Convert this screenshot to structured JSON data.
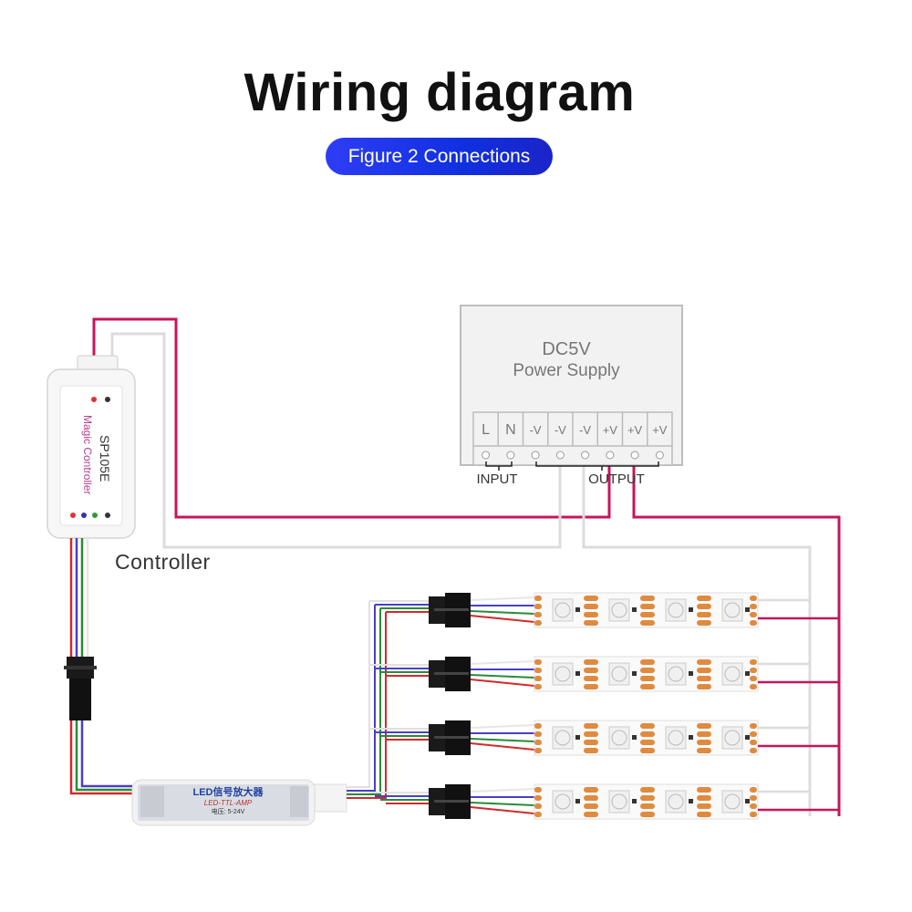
{
  "title": "Wiring diagram",
  "subtitle": "Figure 2 Connections",
  "power_supply": {
    "line1": "DC5V",
    "line2": "Power Supply",
    "terminals": [
      "L",
      "N",
      "-V",
      "-V",
      "-V",
      "+V",
      "+V",
      "+V"
    ],
    "input_label": "INPUT",
    "output_label": "OUTPUT"
  },
  "controller": {
    "label": "Controller",
    "model": "SP105E",
    "brand": "Magic Controller"
  },
  "amplifier": {
    "name": "LED信号放大器",
    "model": "LED-TTL-AMP",
    "voltage": "电压: 5-24V"
  },
  "strip_count": 4,
  "colors": {
    "power_positive": "#c8145a",
    "power_negative": "#dcdcdc",
    "data_blue": "#4a3fc8",
    "data_green": "#2a8a3a",
    "data_red": "#d22a2a",
    "pill": "#1030e0",
    "led_pad": "#e08a40"
  }
}
